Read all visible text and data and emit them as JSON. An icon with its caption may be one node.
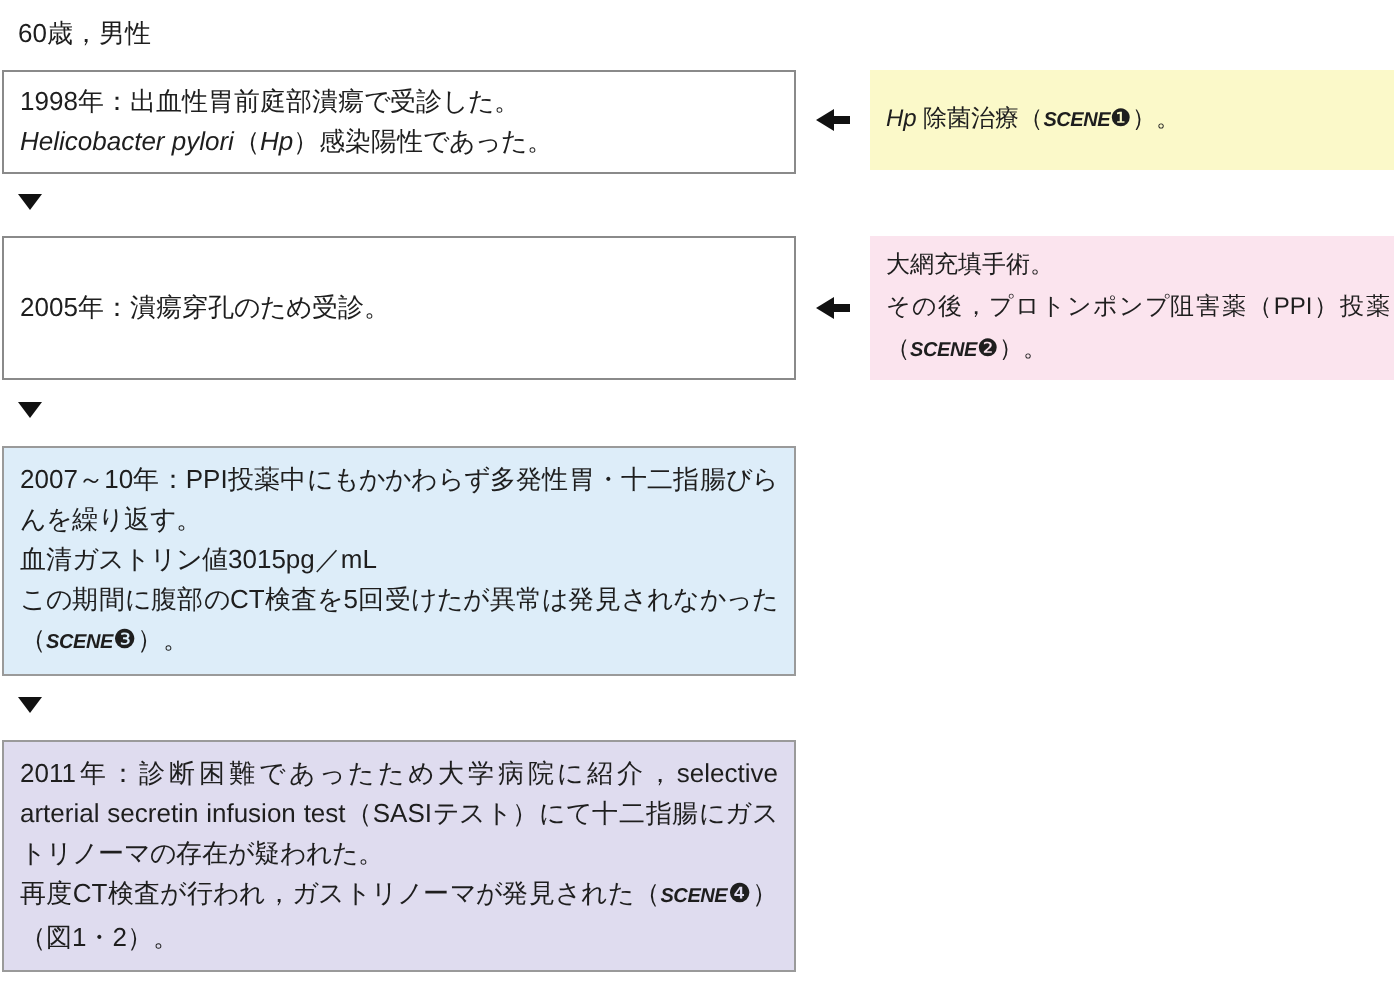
{
  "diagram": {
    "title": "60歳，男性",
    "nodes": [
      {
        "text": [
          "1998年：出血性胃前庭部潰瘍で受診した。",
          "*Helicobacter pylori*（*Hp*）感染陽性であった。"
        ]
      },
      {
        "text": [
          "*Hp* 除菌治療（**SCENE**❶）。"
        ]
      },
      {
        "text": [
          "2005年：潰瘍穿孔のため受診。"
        ]
      },
      {
        "text": [
          "大網充填手術。",
          "その後，プロトンポンプ阻害薬（PPI）投薬（**SCENE**❷）。"
        ]
      },
      {
        "text": [
          "2007～10年：PPI投薬中にもかかわらず多発性胃・十二指腸びらんを繰り返す。",
          "血清ガストリン値3015pg／mL",
          "この期間に腹部のCT検査を5回受けたが異常は発見されなかった（**SCENE**❸）。"
        ]
      },
      {
        "text": [
          "2011年：診断困難であったため大学病院に紹介，selective arterial secretin infusion test（SASIテスト）にて十二指腸にガストリノーマの存在が疑われた。",
          "再度CT検査が行われ，ガストリノーマが発見された（**SCENE**❹）（図1・2）。"
        ]
      }
    ],
    "edges": [
      {
        "from": 1,
        "to": 0,
        "arrow": "to",
        "style": "thick"
      },
      {
        "from": 0,
        "to": 2,
        "arrow": "to"
      },
      {
        "from": 3,
        "to": 2,
        "arrow": "to",
        "style": "thick"
      },
      {
        "from": 2,
        "to": 4,
        "arrow": "to"
      },
      {
        "from": 4,
        "to": 5,
        "arrow": "to"
      }
    ]
  }
}
